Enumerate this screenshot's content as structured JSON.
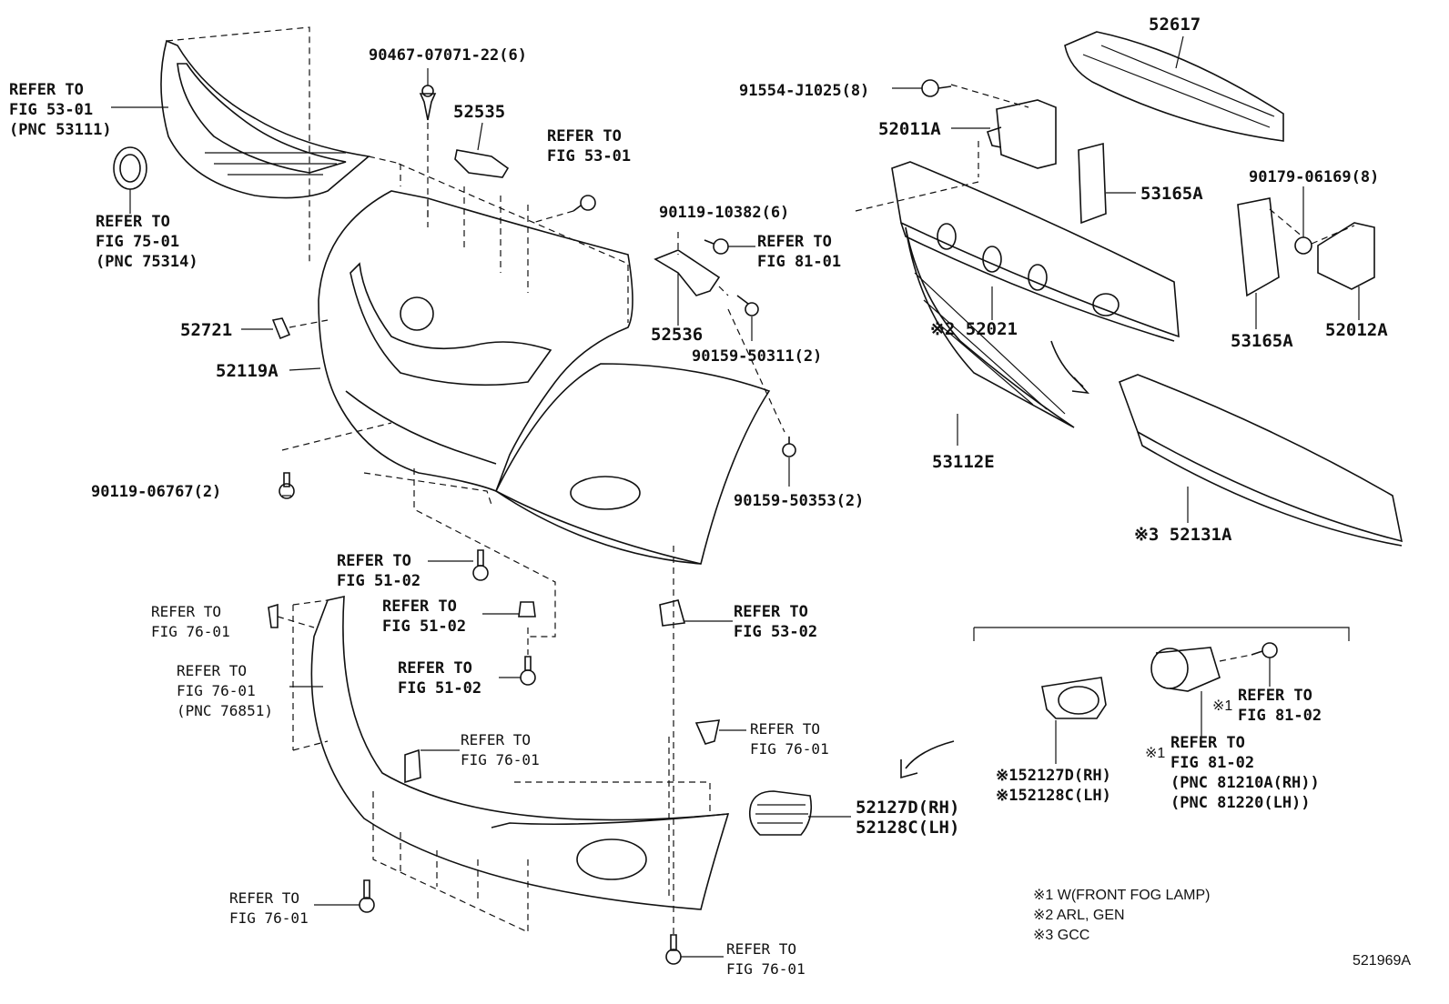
{
  "diagram_id": "521969A",
  "labels": {
    "grille_ref": "REFER TO\nFIG 53-01\n(PNC 53111)",
    "emblem_ref": "REFER TO\nFIG 75-01\n(PNC 75314)",
    "clip_90467": "90467-07071-22(6)",
    "p52535": "52535",
    "ref_53_01_top": "REFER TO\nFIG 53-01",
    "p52721": "52721",
    "p52119A": "52119A",
    "bolt_90119_06767": "90119-06767(2)",
    "p52536": "52536",
    "bolt_90119_10382": "90119-10382(6)",
    "ref_81_01": "REFER TO\nFIG 81-01",
    "screw_90159_50311": "90159-50311(2)",
    "screw_90159_50353": "90159-50353(2)",
    "bolt_91554": "91554-J1025(8)",
    "p52011A": "52011A",
    "p52617": "52617",
    "p53165A_top": "53165A",
    "nut_90179": "90179-06169(8)",
    "p53165A_bottom": "53165A",
    "p52012A": "52012A",
    "p52021": "※2 52021",
    "p53112E": "53112E",
    "p52131A": "※3 52131A",
    "ref_51_02_a": "REFER TO\nFIG 51-02",
    "ref_51_02_b": "REFER TO\nFIG 51-02",
    "ref_51_02_c": "REFER TO\nFIG 51-02",
    "ref_76_01_a": "REFER TO\nFIG 76-01",
    "ref_76_01_pnc": "REFER TO\nFIG 76-01\n(PNC 76851)",
    "ref_76_01_b": "REFER TO\nFIG 76-01",
    "ref_76_01_c": "REFER TO\nFIG 76-01",
    "ref_76_01_d": "REFER TO\nFIG 76-01",
    "ref_76_01_e": "REFER TO\nFIG 76-01",
    "ref_53_02": "REFER TO\nFIG 53-02",
    "cover_rh_lh": "52127D(RH)\n52128C(LH)",
    "cover_note1": "※152127D(RH)\n※152128C(LH)",
    "fog_ref_bolt": "REFER TO\nFIG 81-02",
    "fog_ref_bolt_mark": "※1",
    "fog_lamp_ref": "REFER TO\nFIG 81-02\n(PNC 81210A(RH))\n(PNC 81220(LH))",
    "fog_lamp_mark": "※1"
  },
  "notes": [
    "※1 W(FRONT FOG LAMP)",
    "※2 ARL, GEN",
    "※3 GCC"
  ]
}
